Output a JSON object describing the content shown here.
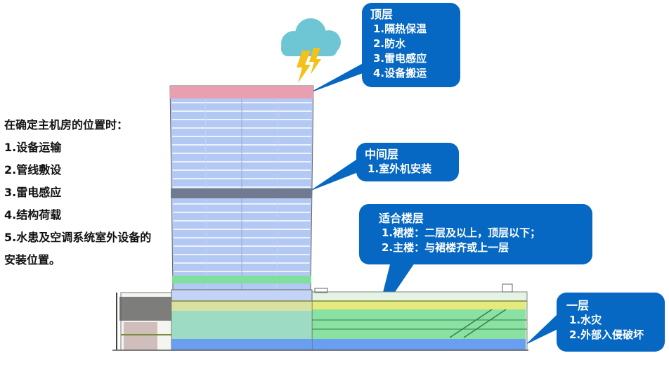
{
  "left_panel": {
    "lines": [
      "在确定主机房的位置时：",
      "1.设备运输",
      "2.管线敷设",
      "3.雷电感应",
      "4.结构荷载",
      "5.水患及空调系统室外设备的",
      "安装位置。"
    ]
  },
  "callouts": {
    "top": {
      "title": "顶层",
      "items": [
        "1.隔热保温",
        "2.防水",
        "3.雷电感应",
        "4.设备搬运"
      ]
    },
    "middle": {
      "title": "中间层",
      "items": [
        "1.室外机安装"
      ]
    },
    "suitable": {
      "title": "适合楼层",
      "items": [
        "1.裙楼：二层及以上，顶层以下；",
        "2.主楼：与裙楼齐或上一层"
      ]
    },
    "ground": {
      "title": "一层",
      "items": [
        "1.水灾",
        "2.外部入侵破坏"
      ]
    }
  },
  "colors": {
    "callout_bg": "#0668c2",
    "top_band": "#e8a0b0",
    "middle_band": "#707a90",
    "suitable_band": "#7ee09a",
    "ground_band": "#6a9ef0",
    "floor_glass": "#b4c8f4"
  }
}
